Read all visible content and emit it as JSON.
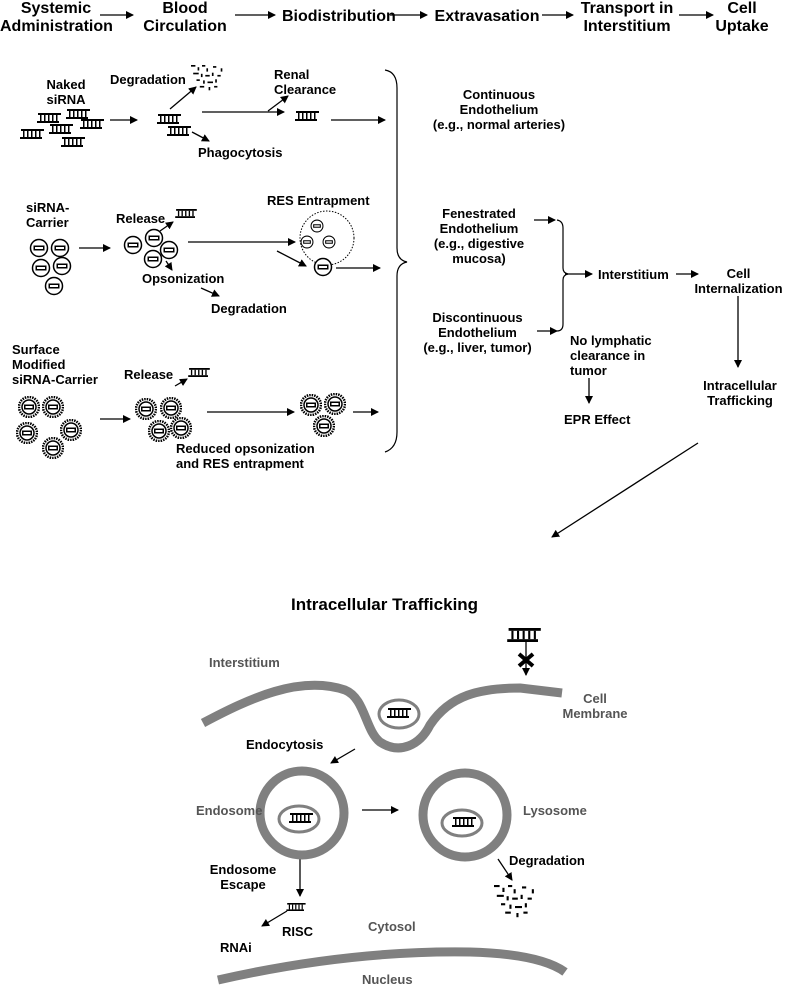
{
  "pipeline": {
    "steps": [
      {
        "label": "Systemic\nAdministration"
      },
      {
        "label": "Blood\nCirculation"
      },
      {
        "label": "Biodistribution"
      },
      {
        "label": "Extravasation"
      },
      {
        "label": "Transport in\nInterstitium"
      },
      {
        "label": "Cell\nUptake"
      }
    ]
  },
  "naked": {
    "label": "Naked\nsiRNA",
    "degradation": "Degradation",
    "renal": "Renal\nClearance",
    "phagocytosis": "Phagocytosis"
  },
  "carrier": {
    "label": "siRNA-\nCarrier",
    "release": "Release",
    "res": "RES Entrapment",
    "opsonization": "Opsonization",
    "degradation": "Degradation"
  },
  "surface": {
    "label": "Surface\nModified\nsiRNA-Carrier",
    "release": "Release",
    "reduced": "Reduced opsonization\nand RES entrapment"
  },
  "endothelium": {
    "continuous": "Continuous\nEndothelium\n(e.g., normal arteries)",
    "fenestrated": "Fenestrated\nEndothelium\n(e.g., digestive\nmucosa)",
    "discontinuous": "Discontinuous\nEndothelium\n(e.g., liver, tumor)"
  },
  "downstream": {
    "interstitium": "Interstitium",
    "internalization": "Cell\nInternalization",
    "trafficking": "Intracellular\nTrafficking",
    "lymphatic": "No lymphatic\nclearance in\ntumor",
    "epr": "EPR Effect"
  },
  "intracellular": {
    "title": "Intracellular Trafficking",
    "interstitium": "Interstitium",
    "membrane": "Cell\nMembrane",
    "endocytosis": "Endocytosis",
    "endosome": "Endosome",
    "lysosome": "Lysosome",
    "degradation": "Degradation",
    "escape": "Endosome\nEscape",
    "risc": "RISC",
    "rnai": "RNAi",
    "cytosol": "Cytosol",
    "nucleus": "Nucleus"
  },
  "colors": {
    "ink": "#000000",
    "membrane": "#808080",
    "gray_text": "#555555"
  }
}
